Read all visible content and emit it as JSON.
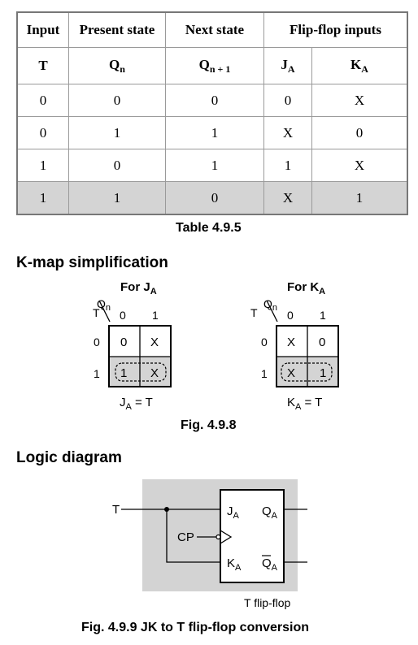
{
  "table": {
    "headers": [
      "Input",
      "Present state",
      "Next state",
      "Flip-flop inputs"
    ],
    "subheaders": {
      "t": "T",
      "qn": "Q",
      "qn_sub": "n",
      "qn1": "Q",
      "qn1_sub": "n + 1",
      "ja": "J",
      "ja_sub": "A",
      "ka": "K",
      "ka_sub": "A"
    },
    "rows": [
      [
        "0",
        "0",
        "0",
        "0",
        "X"
      ],
      [
        "0",
        "1",
        "1",
        "X",
        "0"
      ],
      [
        "1",
        "0",
        "1",
        "1",
        "X"
      ],
      [
        "1",
        "1",
        "0",
        "X",
        "1"
      ]
    ],
    "caption": "Table 4.9.5"
  },
  "kmap_section": {
    "title": "K-map simplification",
    "left": {
      "title": "For J",
      "title_sub": "A",
      "row_var": "T",
      "col_var": "Q",
      "col_var_sub": "n",
      "col_labels": [
        "0",
        "1"
      ],
      "row_labels": [
        "0",
        "1"
      ],
      "cells": [
        [
          "0",
          "X"
        ],
        [
          "1",
          "X"
        ]
      ],
      "eq_lhs": "J",
      "eq_sub": "A",
      "eq_rhs": " = T"
    },
    "right": {
      "title": "For K",
      "title_sub": "A",
      "row_var": "T",
      "col_var": "Q",
      "col_var_sub": "n",
      "col_labels": [
        "0",
        "1"
      ],
      "row_labels": [
        "0",
        "1"
      ],
      "cells": [
        [
          "X",
          "0"
        ],
        [
          "X",
          "1"
        ]
      ],
      "eq_lhs": "K",
      "eq_sub": "A",
      "eq_rhs": " = T"
    },
    "caption": "Fig. 4.9.8"
  },
  "logic_section": {
    "title": "Logic diagram",
    "input_t": "T",
    "cp": "CP",
    "ja": "J",
    "ja_sub": "A",
    "ka": "K",
    "ka_sub": "A",
    "qa": "Q",
    "qa_sub": "A",
    "qabar": "Q",
    "qabar_sub": "A",
    "ff_label": "T flip-flop",
    "caption": "Fig. 4.9.9 JK to T flip-flop conversion"
  },
  "colors": {
    "shade": "#d4d4d4",
    "diagram_bg": "#d3d3d3",
    "border": "#777777"
  }
}
